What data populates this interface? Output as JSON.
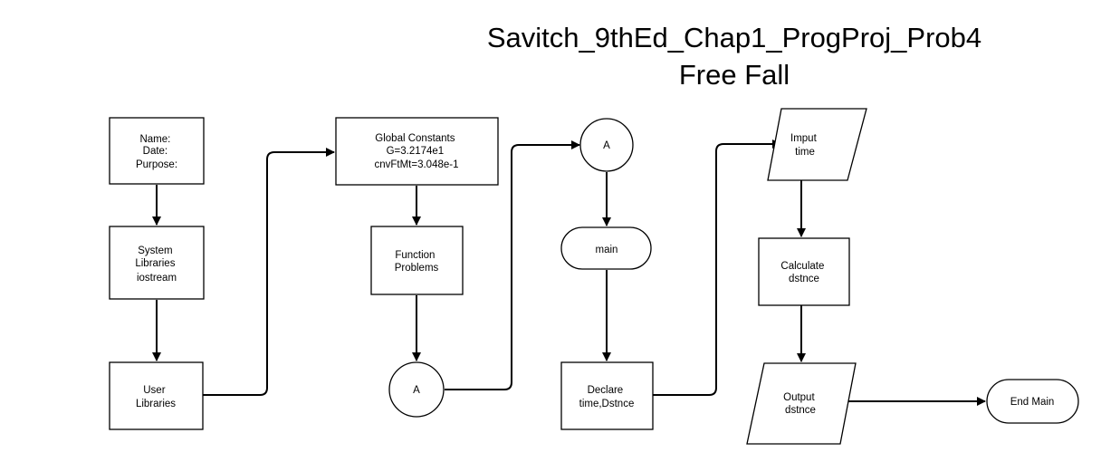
{
  "title": {
    "line1": "Savitch_9thEd_Chap1_ProgProj_Prob4",
    "line2": "Free Fall"
  },
  "nodes": {
    "header": {
      "lines": [
        "Name:",
        "Date:",
        "Purpose:"
      ]
    },
    "system_libraries": {
      "lines": [
        "System",
        "Libraries",
        "iostream"
      ]
    },
    "user_libraries": {
      "lines": [
        "User",
        "Libraries"
      ]
    },
    "global_constants": {
      "lines": [
        "Global Constants",
        "G=3.2174e1",
        "cnvFtMt=3.048e-1"
      ]
    },
    "function_prototypes": {
      "lines": [
        "Function",
        "Problems"
      ]
    },
    "connector_a_out": {
      "lines": [
        "A"
      ]
    },
    "connector_a_in": {
      "lines": [
        "A"
      ]
    },
    "main": {
      "lines": [
        "main"
      ]
    },
    "declare": {
      "lines": [
        "Declare",
        "time,Dstnce"
      ]
    },
    "input": {
      "lines": [
        "Imput",
        "time"
      ]
    },
    "calculate": {
      "lines": [
        "Calculate",
        "dstnce"
      ]
    },
    "output": {
      "lines": [
        "Output",
        "dstnce"
      ]
    },
    "end_main": {
      "lines": [
        "End Main"
      ]
    }
  }
}
